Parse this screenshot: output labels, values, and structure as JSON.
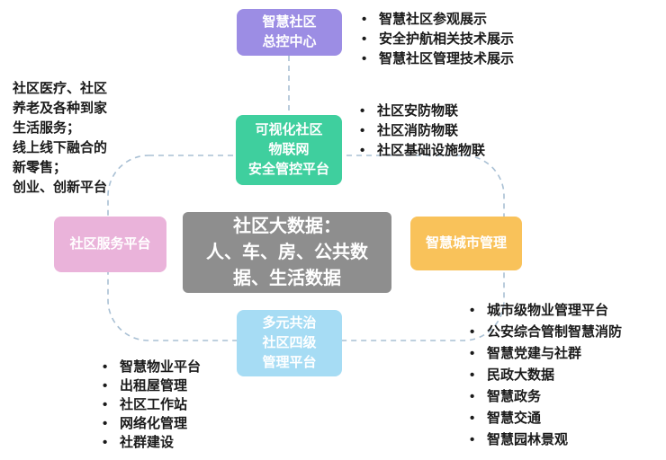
{
  "nodes": {
    "control_center": {
      "label": "智慧社区\n总控中心",
      "color": "#9c8de4"
    },
    "iot_platform": {
      "label": "可视化社区\n物联网\n安全管控平台",
      "color": "#3fcf9e"
    },
    "big_data": {
      "label": "社区大数据：\n人、车、房、公共数\n据、生活数据",
      "color": "#8e8e8e"
    },
    "service_platform": {
      "label": "社区服务平台",
      "color": "#eab3da"
    },
    "city_management": {
      "label": "智慧城市管理",
      "color": "#f9c25a"
    },
    "governance_platform": {
      "label": "多元共治\n社区四级\n管理平台",
      "color": "#a6dcf4"
    }
  },
  "notes": {
    "left": "社区医疗、社区\n养老及各种到家\n生活服务；\n线上线下融合的\n新零售；\n创业、创新平台"
  },
  "lists": {
    "top_right": [
      "智慧社区参观展示",
      "安全护航相关技术展示",
      "智慧社区管理技术展示"
    ],
    "mid_right": [
      "社区安防物联",
      "社区消防物联",
      "社区基础设施物联"
    ],
    "bottom_left": [
      "智慧物业平台",
      "出租屋管理",
      "社区工作站",
      "网络化管理",
      "社群建设"
    ],
    "bottom_right": [
      "城市级物业管理平台",
      "公安综合管制智慧消防",
      "智慧党建与社群",
      "民政大数据",
      "智慧政务",
      "智慧交通",
      "智慧园林景观"
    ]
  },
  "connector_color": "#a9c0d4"
}
